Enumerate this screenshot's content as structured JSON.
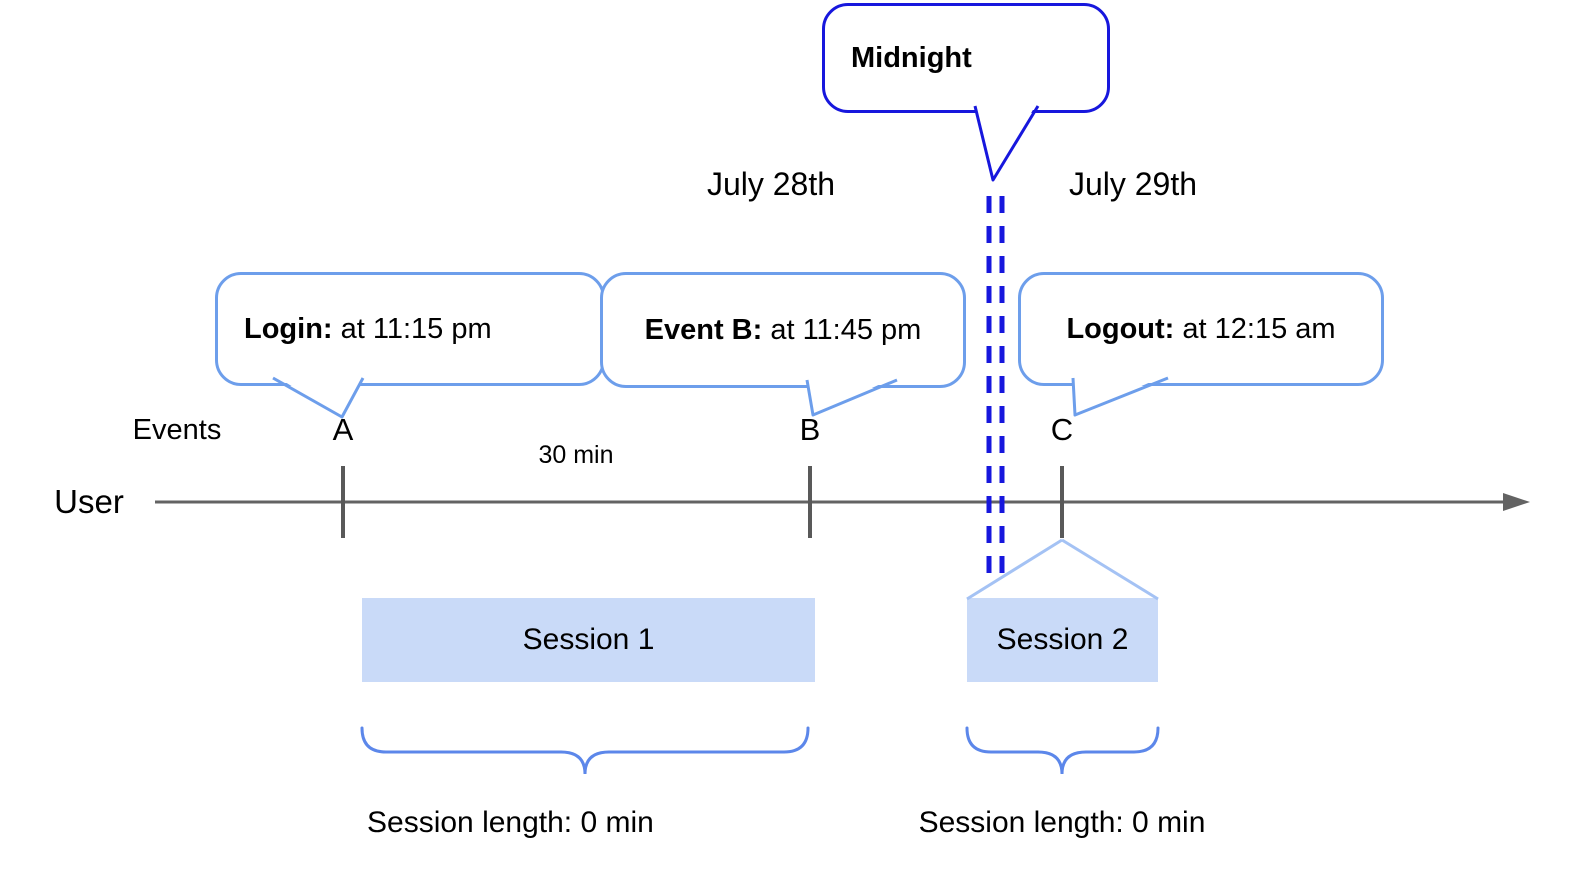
{
  "labels": {
    "midnight": "Midnight",
    "date_left": "July 28th",
    "date_right": "July 29th",
    "events_axis": "Events",
    "user": "User",
    "interval": "30 min"
  },
  "events": [
    {
      "id": "A",
      "label": "A",
      "callout_title": "Login:",
      "callout_detail": " at 11:15 pm"
    },
    {
      "id": "B",
      "label": "B",
      "callout_title": "Event B:",
      "callout_detail": " at 11:45 pm"
    },
    {
      "id": "C",
      "label": "C",
      "callout_title": "Logout:",
      "callout_detail": " at 12:15 am"
    }
  ],
  "sessions": [
    {
      "name": "Session 1",
      "length_label": "Session length: 0 min"
    },
    {
      "name": "Session 2",
      "length_label": "Session length: 0 min"
    }
  ],
  "colors": {
    "dark_blue": "#1717dd",
    "cornflower": "#6d9eeb",
    "brace_blue": "#5c87ea",
    "session_fill": "#c9daf8",
    "funnel_blue": "#a4c2f4",
    "axis_gray": "#636363",
    "tick_gray": "#595959",
    "text_black": "#000000"
  }
}
